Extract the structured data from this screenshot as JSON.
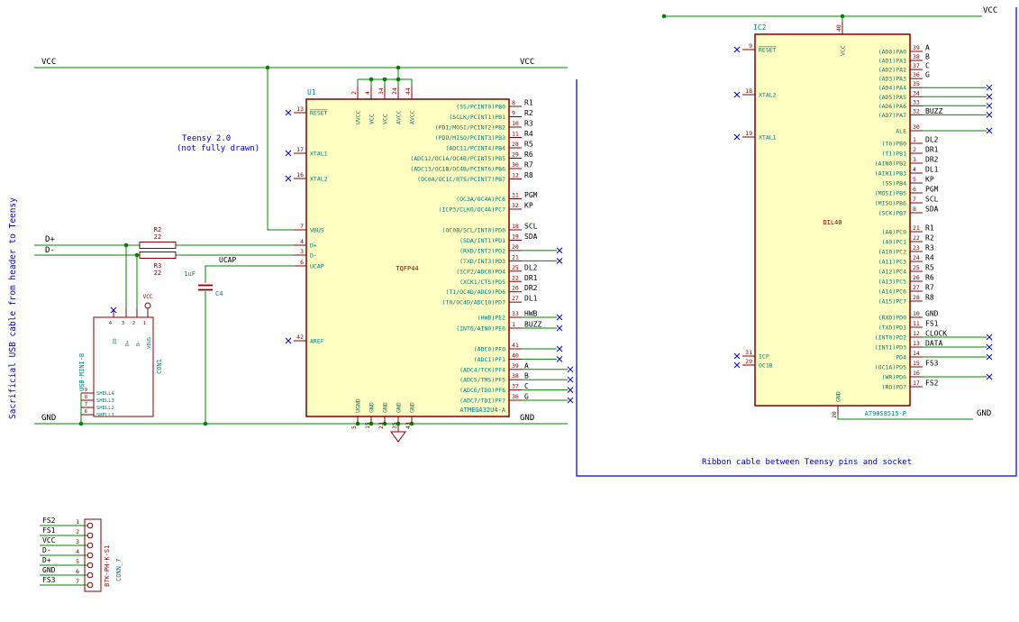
{
  "colors": {
    "wire": "#008400",
    "component_outline": "#840000",
    "component_fill": "#FFFFC2",
    "pin_name": "#008080",
    "pin_number": "#840000",
    "net_label": "#000000",
    "note_text": "#0000C8",
    "no_connect": "#0000C8"
  },
  "notes": {
    "left_cable": "Sacrificial USB cable from header to Teensy",
    "teensy_title": "Teensy 2.0",
    "teensy_sub": "(not fully drawn)",
    "ribbon": "Ribbon cable between Teensy pins and socket"
  },
  "power": {
    "vcc_left": "VCC",
    "vcc_mid": "VCC",
    "gnd_left": "GND",
    "gnd_mid": "GND",
    "vcc_right": "VCC",
    "gnd_right": "GND"
  },
  "wire_labels": {
    "dplus": "D+",
    "dminus": "D-",
    "ucap": "UCAP",
    "vcc_flag": "VCC"
  },
  "u1": {
    "ref": "U1",
    "footprint": "TQFP44",
    "value": "ATMEGA32U4-A",
    "top": {
      "names": [
        "UVCC",
        "VCC",
        "VCC",
        "AVCC",
        "AVCC"
      ],
      "nums": [
        "2",
        "4",
        "34",
        "24",
        "44"
      ]
    },
    "bottom": {
      "names": [
        "UGND",
        "GND",
        "GND",
        "GND",
        "GND"
      ],
      "nums": [
        "5",
        "15",
        "23",
        "35",
        "43"
      ]
    },
    "left": [
      {
        "name": "RESET",
        "num": "13",
        "bar": true,
        "nc": true
      },
      {
        "name": "XTAL1",
        "num": "17",
        "nc": true
      },
      {
        "name": "XTAL2",
        "num": "16",
        "nc": true
      },
      {
        "name": "VBUS",
        "num": "7"
      },
      {
        "name": "D+",
        "num": "4"
      },
      {
        "name": "D-",
        "num": "3"
      },
      {
        "name": "UCAP",
        "num": "6"
      },
      {
        "name": "AREF",
        "num": "42",
        "nc": true
      }
    ],
    "pb": [
      {
        "name": "(SS/PCINT0)PB0",
        "num": "8",
        "label": "R1"
      },
      {
        "name": "(SCLK/PCINT1)PB1",
        "num": "9",
        "label": "R2"
      },
      {
        "name": "(PDI/MOSI/PCINT2)PB2",
        "num": "10",
        "label": "R3"
      },
      {
        "name": "(PDO/MISO/PCINT3)PB3",
        "num": "11",
        "label": "R4"
      },
      {
        "name": "(ADC11/PCINT4)PB4",
        "num": "28",
        "label": "R5"
      },
      {
        "name": "(ADC12/OC1A/OC4B/PCINT5)PB5",
        "num": "29",
        "label": "R6"
      },
      {
        "name": "(ADC13/OC1B/OC4B/PCINT6)PB6",
        "num": "30",
        "label": "R7"
      },
      {
        "name": "(OC0A/OC1C/RTS/PCINT7)PB7",
        "num": "12",
        "label": "R8"
      }
    ],
    "pc": [
      {
        "name": "(OC3A/OC4A)PC6",
        "num": "31",
        "label": "PGM"
      },
      {
        "name": "(ICP3/CLK0/OC4A)PC7",
        "num": "32",
        "label": "KP"
      }
    ],
    "pd": [
      {
        "name": "(OC0B/SCL/INT0)PD0",
        "num": "18",
        "label": "SCL"
      },
      {
        "name": "(SDA/INT1)PD1",
        "num": "19",
        "label": "SDA"
      },
      {
        "name": "(RXD/INT2)PD2",
        "num": "20",
        "ext": 53,
        "nc": true
      },
      {
        "name": "(TXD/INT3)PD3",
        "num": "21",
        "ext": 53,
        "nc": true
      },
      {
        "name": "(ICP2/ADC8)PD4",
        "num": "25",
        "label": "DL2"
      },
      {
        "name": "(XCK1/CTS)PD5",
        "num": "22",
        "label": "DR1"
      },
      {
        "name": "(T1/OC4D/ADC9)PD6",
        "num": "26",
        "label": "DR2"
      },
      {
        "name": "(T0/OC4D/ADC10)PD7",
        "num": "27",
        "label": "DL1"
      }
    ],
    "pe": [
      {
        "name": "(HWB)PE2",
        "num": "33",
        "label": "HWB",
        "ext": 53,
        "nc": true
      },
      {
        "name": "(INT6/AIN0)PE6",
        "num": "1",
        "label": "BUZZ",
        "ext": 53,
        "nc": true
      }
    ],
    "pf": [
      {
        "name": "(ADC0)PF0",
        "num": "41",
        "ext": 53,
        "nc": true
      },
      {
        "name": "(ADC1)PF1",
        "num": "40",
        "ext": 53,
        "nc": true
      },
      {
        "name": "(ADC4/TCK)PF4",
        "num": "39",
        "label": "A",
        "ext": 65,
        "nc": true
      },
      {
        "name": "(ADC5/TMS)PF5",
        "num": "38",
        "label": "B",
        "ext": 65,
        "nc": true
      },
      {
        "name": "(ADC6/TDO)PF6",
        "num": "37",
        "label": "C",
        "ext": 65,
        "nc": true
      },
      {
        "name": "(ADC7/TDI)PF7",
        "num": "36",
        "label": "G",
        "ext": 65,
        "nc": true
      }
    ]
  },
  "ic2": {
    "ref": "IC2",
    "footprint": "DIL40",
    "value": "AT90S8515-P",
    "top": {
      "names": [
        "VCC"
      ],
      "nums": [
        "40"
      ]
    },
    "bottom": {
      "names": [
        "GND"
      ],
      "nums": [
        "20"
      ]
    },
    "left": [
      {
        "name": "RESET",
        "num": "9",
        "bar": true,
        "nc": true
      },
      {
        "name": "XTAL2",
        "num": "18",
        "nc": true
      },
      {
        "name": "XTAL1",
        "num": "19",
        "nc": true
      },
      {
        "name": "ICP",
        "num": "31",
        "nc": true
      },
      {
        "name": "OC1B",
        "num": "29",
        "nc": true
      }
    ],
    "pa": [
      {
        "name": "(AD0)PA0",
        "num": "39",
        "label": "A"
      },
      {
        "name": "(AD1)PA1",
        "num": "38",
        "label": "B"
      },
      {
        "name": "(AD2)PA2",
        "num": "37",
        "label": "C"
      },
      {
        "name": "(AD3)PA3",
        "num": "36",
        "label": "G"
      },
      {
        "name": "(AD4)PA4",
        "num": "35",
        "ext": 85,
        "nc": true
      },
      {
        "name": "(AD5)PA5",
        "num": "34",
        "ext": 85,
        "nc": true
      },
      {
        "name": "(AD6)PA6",
        "num": "33",
        "ext": 85,
        "nc": true
      },
      {
        "name": "(AD7)PA7",
        "num": "32",
        "label": "BUZZ",
        "ext": 85,
        "nc": true
      }
    ],
    "ale": [
      {
        "name": "ALE",
        "num": "30",
        "ext": 85,
        "nc": true
      }
    ],
    "pb": [
      {
        "name": "(T0)PB0",
        "num": "1",
        "label": "DL2"
      },
      {
        "name": "(T1)PB1",
        "num": "2",
        "label": "DR1"
      },
      {
        "name": "(AIN0)PB2",
        "num": "3",
        "label": "DR2"
      },
      {
        "name": "(AIN1)PB3",
        "num": "4",
        "label": "DL1"
      },
      {
        "name": "(SS)PB4",
        "num": "5",
        "label": "KP"
      },
      {
        "name": "(MOSI)PB5",
        "num": "6",
        "label": "PGM"
      },
      {
        "name": "(MISO)PB6",
        "num": "7",
        "label": "SCL"
      },
      {
        "name": "(SCK)PB7",
        "num": "8",
        "label": "SDA"
      }
    ],
    "pc": [
      {
        "name": "(A8)PC0",
        "num": "21",
        "label": "R1"
      },
      {
        "name": "(A9)PC1",
        "num": "22",
        "label": "R2"
      },
      {
        "name": "(A10)PC2",
        "num": "23",
        "label": "R3"
      },
      {
        "name": "(A11)PC3",
        "num": "24",
        "label": "R4"
      },
      {
        "name": "(A12)PC4",
        "num": "25",
        "label": "R5"
      },
      {
        "name": "(A13)PC5",
        "num": "26",
        "label": "R6"
      },
      {
        "name": "(A14)PC6",
        "num": "27",
        "label": "R7"
      },
      {
        "name": "(A15)PC7",
        "num": "28",
        "label": "R8"
      }
    ],
    "pd": [
      {
        "name": "(RXD)PD0",
        "num": "10",
        "label": "GND"
      },
      {
        "name": "(TXD)PD1",
        "num": "11",
        "label": "FS1"
      },
      {
        "name": "(INT0)PD2",
        "num": "12",
        "label": "CLOCK",
        "ext": 85,
        "nc": true
      },
      {
        "name": "(INT1)PD3",
        "num": "13",
        "label": "DATA",
        "ext": 85,
        "nc": true
      },
      {
        "name": "PD4",
        "num": "14",
        "ext": 85,
        "nc": true
      },
      {
        "name": "(OC1A)PD5",
        "num": "15",
        "label": "FS3"
      },
      {
        "name": "(WR)PD6",
        "num": "16",
        "ext": 85,
        "nc": true
      },
      {
        "name": "(RD)PD7",
        "num": "17",
        "label": "FS2"
      }
    ]
  },
  "r2": {
    "ref": "R2",
    "value": "22"
  },
  "r3": {
    "ref": "R3",
    "value": "22"
  },
  "c4": {
    "ref": "C4",
    "value": "1uF"
  },
  "usb": {
    "ref": "CON1",
    "value": "USB-MINI-B",
    "top_pins": [
      {
        "name": "ID",
        "num": "4"
      },
      {
        "name": "D+",
        "num": "3"
      },
      {
        "name": "D-",
        "num": "2"
      },
      {
        "name": "VBUS",
        "num": "1"
      }
    ],
    "shell_pins": [
      {
        "name": "SHELL4",
        "num": "9"
      },
      {
        "name": "SHELL3",
        "num": "8"
      },
      {
        "name": "SHELL2",
        "num": "7"
      },
      {
        "name": "SHELL1",
        "num": "6"
      }
    ]
  },
  "conn7": {
    "value": "CONN_7",
    "mpn": "B7K-PH-K-S1",
    "rows": [
      {
        "label": "FS2",
        "num": "1"
      },
      {
        "label": "FS1",
        "num": "2"
      },
      {
        "label": "VCC",
        "num": "3"
      },
      {
        "label": "D-",
        "num": "4"
      },
      {
        "label": "D+",
        "num": "5"
      },
      {
        "label": "GND",
        "num": "6"
      },
      {
        "label": "FS3",
        "num": "7"
      }
    ]
  }
}
